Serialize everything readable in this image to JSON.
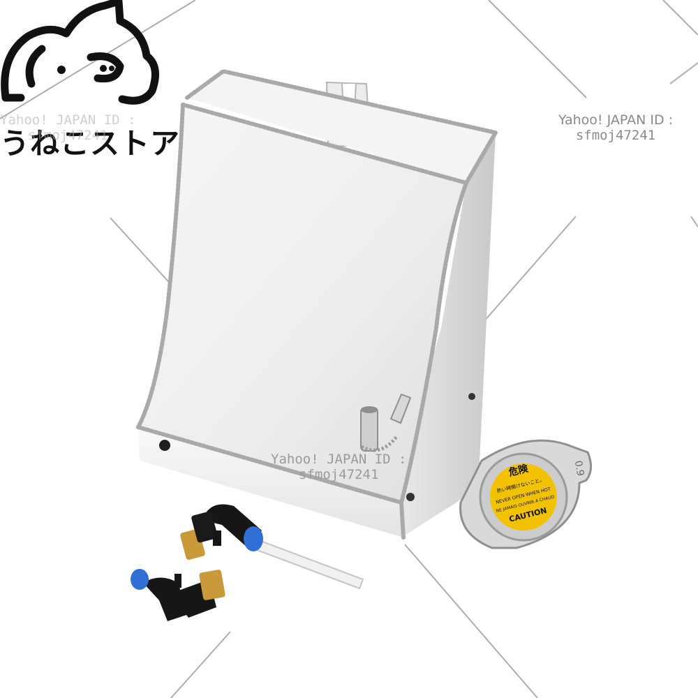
{
  "store_logo": {
    "text": "うねこストア"
  },
  "watermarks": [
    {
      "line1": "Yahoo! JAPAN ID :",
      "line2": "sfmoj47241"
    },
    {
      "line1": "Yahoo! JAPAN ID :",
      "line2": "sfmoj47241"
    },
    {
      "line1": "Yahoo! JAPAN ID :",
      "line2": "sfmoj47241"
    }
  ],
  "radiator_cap": {
    "warning_title": "危険",
    "line_jp": "熱い時開けないこと。",
    "line_en": "NEVER OPEN WHEN HOT",
    "line_fr": "NE JAMAIS OUVRIR A CHAUD",
    "caution": "CAUTION",
    "pressure": "0.9"
  },
  "colors": {
    "cap_yellow": "#f2c200",
    "metal_light": "#f2f2f2",
    "metal_mid": "#d9d9d9",
    "weld": "#9c9c9c",
    "fitting_black": "#151515",
    "brass": "#c99a3a",
    "push_ring_blue": "#2f6fd6"
  }
}
